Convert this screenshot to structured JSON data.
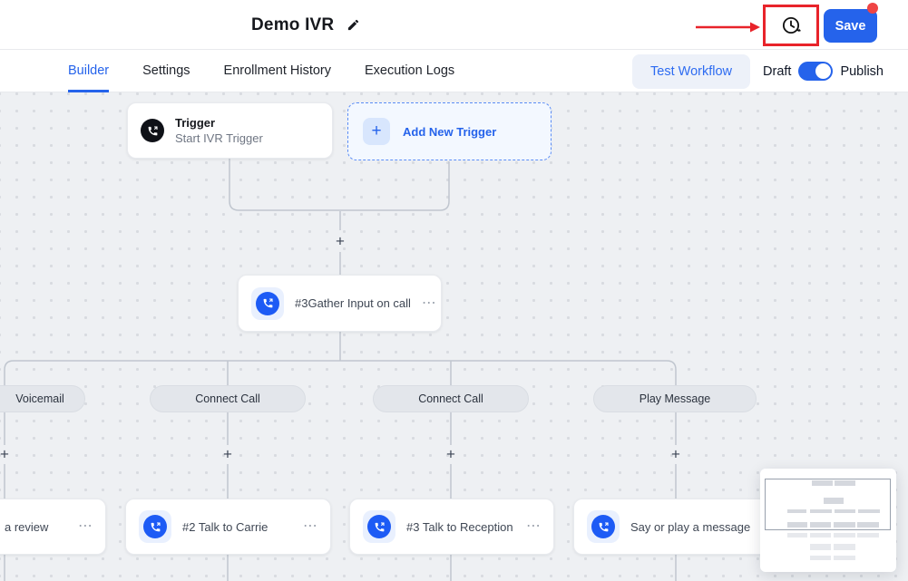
{
  "header": {
    "title": "Demo IVR",
    "save_label": "Save"
  },
  "tabs": {
    "items": [
      {
        "label": "Builder",
        "active": true
      },
      {
        "label": "Settings",
        "active": false
      },
      {
        "label": "Enrollment History",
        "active": false
      },
      {
        "label": "Execution Logs",
        "active": false
      }
    ],
    "test_workflow_label": "Test Workflow",
    "draft_label": "Draft",
    "publish_label": "Publish"
  },
  "colors": {
    "accent": "#2563eb",
    "annotation_red": "#e8232a",
    "notification_dot": "#ef4444",
    "canvas_bg": "#eef0f3"
  },
  "canvas": {
    "trigger_node": {
      "title": "Trigger",
      "subtitle": "Start IVR Trigger"
    },
    "add_trigger_label": "Add New Trigger",
    "gather_node_label": "#3Gather Input on call",
    "branch_labels": [
      "Voicemail",
      "Connect Call",
      "Connect Call",
      "Play Message"
    ],
    "action_nodes": [
      "a review",
      "#2 Talk to Carrie",
      "#3 Talk to Reception",
      "Say or play a message"
    ],
    "plus_icon": "+",
    "menu_icon": "⋯"
  }
}
